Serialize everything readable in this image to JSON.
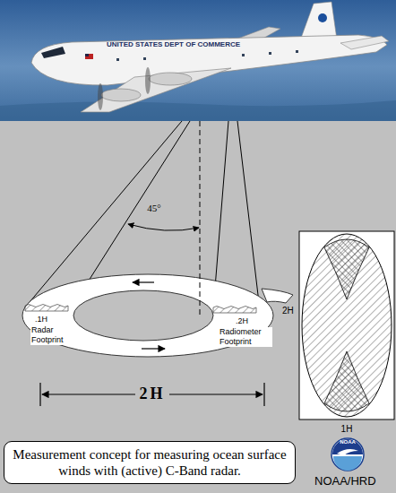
{
  "diagram": {
    "caption": "Measurement concept for measuring ocean surface winds with (active) C-Band radar.",
    "labels": [
      "UNITED STATES DEPT OF COMMERCE",
      "45°",
      ".1H",
      "Radar Footprint",
      ".2H",
      "Radiometer Footprint",
      "2H",
      "2H",
      "1H",
      "NOAA",
      "NOAA/HRD"
    ]
  }
}
